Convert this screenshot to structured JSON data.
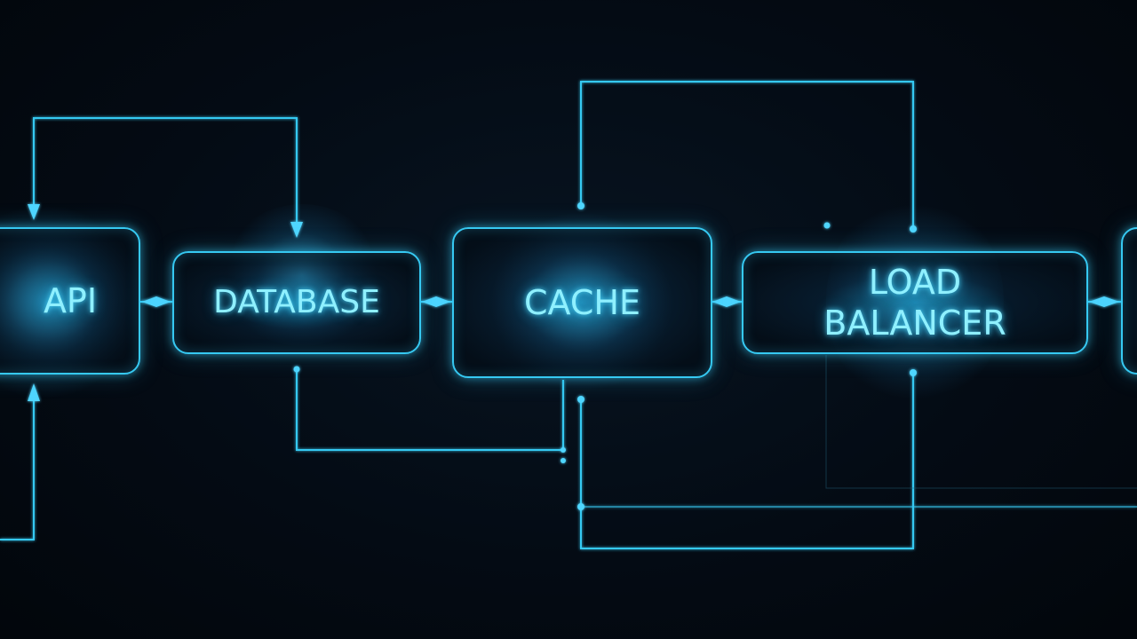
{
  "diagram": {
    "accent_color": "#36c9f2",
    "text_color": "#8ff0ff",
    "background_color": "#03080f",
    "nodes": [
      {
        "id": "api",
        "label": "API"
      },
      {
        "id": "database",
        "label": "DATABASE"
      },
      {
        "id": "cache",
        "label": "CACHE"
      },
      {
        "id": "load_balancer",
        "label": "LOAD\nBALANCER"
      },
      {
        "id": "next",
        "label": ""
      }
    ],
    "connections": [
      {
        "from": "api",
        "to": "database",
        "type": "bidirectional"
      },
      {
        "from": "database",
        "to": "cache",
        "type": "bidirectional"
      },
      {
        "from": "cache",
        "to": "load_balancer",
        "type": "bidirectional"
      },
      {
        "from": "load_balancer",
        "to": "next",
        "type": "bidirectional"
      },
      {
        "from": "api",
        "to": "database",
        "type": "loop-over"
      },
      {
        "from": "cache",
        "to": "load_balancer",
        "type": "loop-over"
      },
      {
        "from": "database",
        "to": "cache",
        "type": "loop-under"
      },
      {
        "from": "cache",
        "to": "load_balancer",
        "type": "loop-under"
      }
    ]
  }
}
